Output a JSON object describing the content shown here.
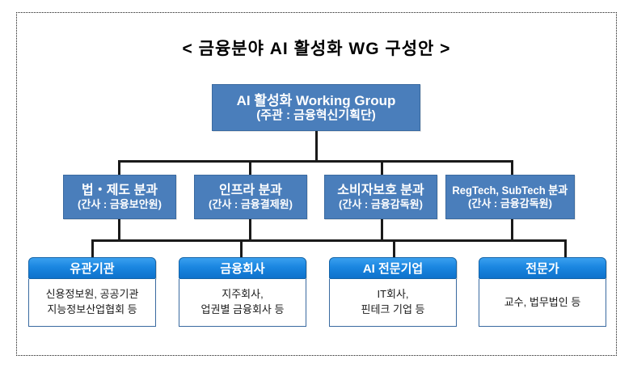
{
  "title": "< 금융분야 AI 활성화 WG 구성안 >",
  "root": {
    "name": "AI 활성화 Working Group",
    "owner": "(주관 : 금융혁신기획단)"
  },
  "divisions": [
    {
      "name": "법・제도 분과",
      "secretariat": "(간사 : 금융보안원)"
    },
    {
      "name": "인프라 분과",
      "secretariat": "(간사 : 금융결제원)"
    },
    {
      "name": "소비자보호 분과",
      "secretariat": "(간사 : 금융감독원)"
    },
    {
      "name": "RegTech, SubTech 분과",
      "secretariat": "(간사 : 금융감독원)"
    }
  ],
  "members": [
    {
      "title": "유관기관",
      "line1": "신용정보원, 공공기관",
      "line2": "지능정보산업협회 등"
    },
    {
      "title": "금융회사",
      "line1": "지주회사,",
      "line2": "업권별 금융회사 등"
    },
    {
      "title": "AI 전문기업",
      "line1": "IT회사,",
      "line2": "핀테크 기업 등"
    },
    {
      "title": "전문가",
      "line1": "교수, 법무법인 등",
      "line2": ""
    }
  ],
  "colors": {
    "division_fill": "#4a7ebb",
    "card_header": "#1a86e0",
    "line": "#1a1a1a",
    "text_light": "#ffffff",
    "text_dark": "#1a1a1a"
  }
}
